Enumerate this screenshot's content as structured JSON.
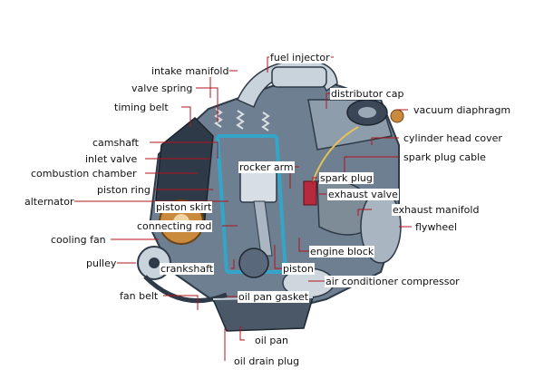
{
  "colors": {
    "leader": "#b0141c",
    "engine_dark": "#2f3a48",
    "engine_mid": "#6d7f90",
    "engine_light": "#c9d3dc",
    "cutaway_blue": "#34a5c9",
    "copper": "#c98a3e"
  },
  "labels": {
    "fuel_injector": "fuel injector",
    "intake_manifold": "intake manifold",
    "valve_spring": "valve spring",
    "distributor_cap": "distributor cap",
    "timing_belt": "timing belt",
    "vacuum_diaphragm": "vacuum diaphragm",
    "camshaft": "camshaft",
    "cylinder_head_cover": "cylinder head cover",
    "inlet_valve": "inlet valve",
    "spark_plug_cable": "spark plug cable",
    "combustion_chamber": "combustion chamber",
    "rocker_arm": "rocker arm",
    "spark_plug": "spark plug",
    "piston_ring": "piston ring",
    "exhaust_valve": "exhaust valve",
    "alternator": "alternator",
    "piston_skirt": "piston skirt",
    "exhaust_manifold": "exhaust manifold",
    "connecting_rod": "connecting rod",
    "flywheel": "flywheel",
    "cooling_fan": "cooling fan",
    "engine_block": "engine block",
    "pulley": "pulley",
    "crankshaft": "crankshaft",
    "piston": "piston",
    "air_conditioner_compressor": "air conditioner compressor",
    "fan_belt": "fan belt",
    "oil_pan_gasket": "oil pan gasket",
    "oil_pan": "oil pan",
    "oil_drain_plug": "oil drain plug"
  }
}
